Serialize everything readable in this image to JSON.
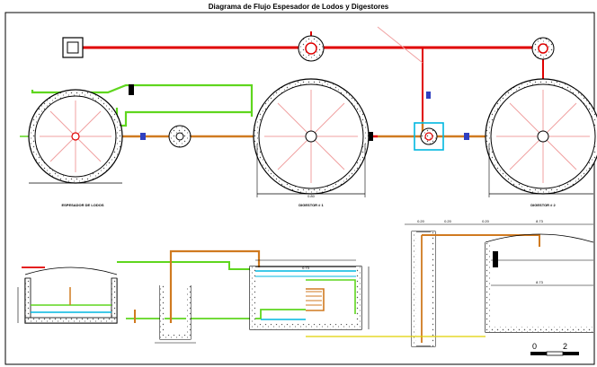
{
  "title": "Diagrama de Flujo Espesador de Lodos y Digestores",
  "plan_labels": {
    "thickener": "ESPESADOR DE LODOS",
    "digester1": "DIGESTOR # 1",
    "digester2": "DIGESTOR # 2"
  },
  "dims": {
    "d1": "0.20",
    "d2": "0.20",
    "d3": "0.20",
    "d4": "8.73",
    "d5": "8.73",
    "d6": "0.73",
    "d7": "0.80"
  },
  "scale_bar": {
    "start": "0",
    "end": "2"
  },
  "colors": {
    "sludge_line": "#e00000",
    "drain_line": "#5fd61e",
    "pipe_line": "#d07a20",
    "water_line": "#00b7e0",
    "frame": "#000000"
  }
}
